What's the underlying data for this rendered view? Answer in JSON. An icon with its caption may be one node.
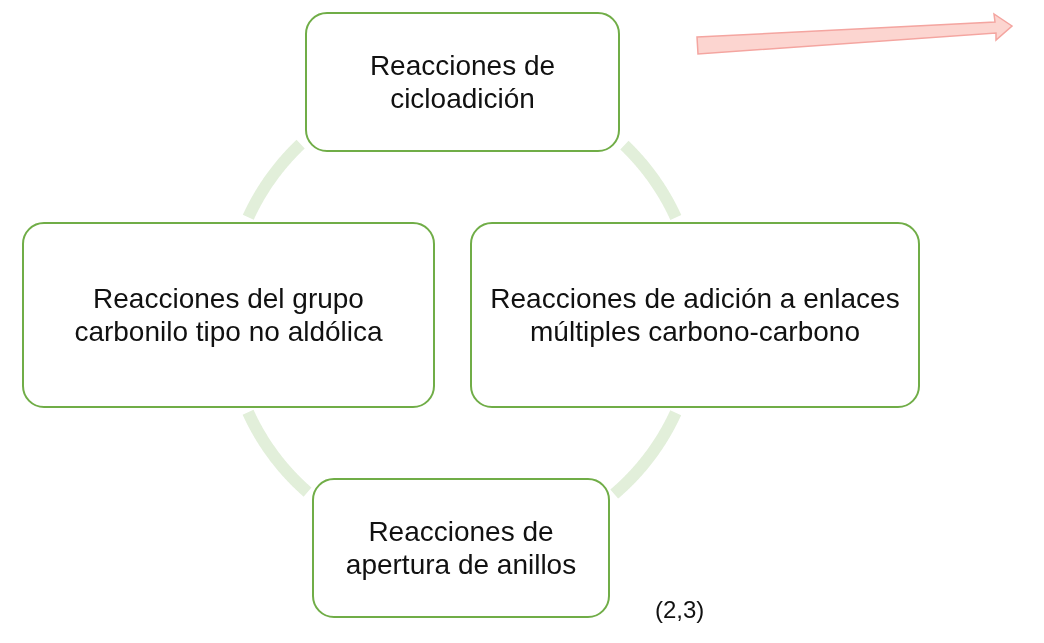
{
  "diagram": {
    "nodes": [
      {
        "text": [
          "Reacciones de cicloadición"
        ]
      },
      {
        "text": [
          "Reacciones del grupo carbonilo tipo no aldólica"
        ]
      },
      {
        "text": [
          "Reacciones de adición a enlaces múltiples carbono-carbono"
        ]
      },
      {
        "text": [
          "Reacciones de apertura de anillos"
        ]
      }
    ],
    "edges": [
      {
        "from": 0,
        "to": 2,
        "arrow": "none"
      },
      {
        "from": 2,
        "to": 3,
        "arrow": "none"
      },
      {
        "from": 3,
        "to": 1,
        "arrow": "none"
      },
      {
        "from": 1,
        "to": 0,
        "arrow": "none"
      }
    ],
    "labels": [
      "(2,3)"
    ]
  }
}
